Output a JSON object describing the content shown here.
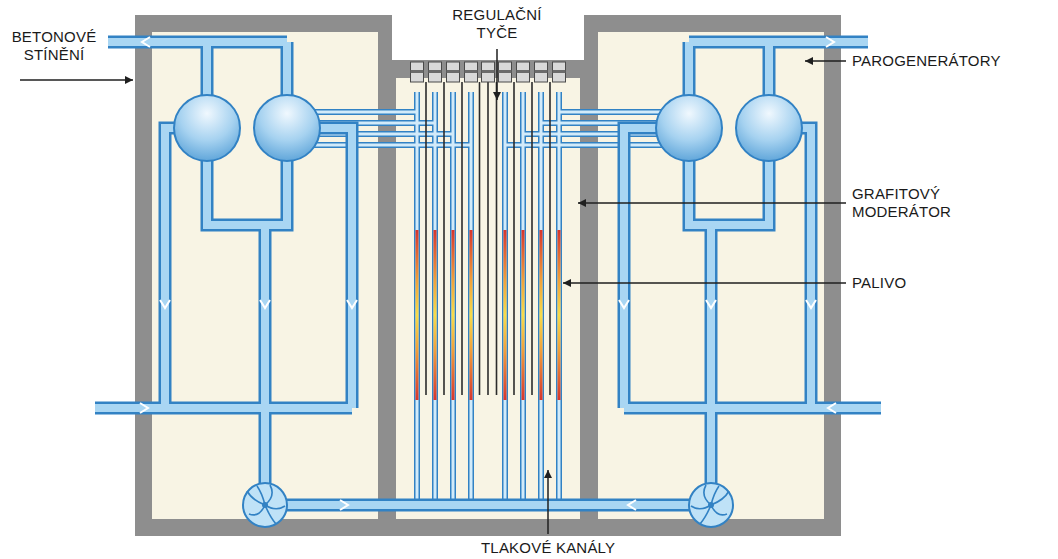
{
  "diagram": {
    "labels": [
      "BETONOVÉ STÍNĚNÍ",
      "REGULAČNÍ TYČE",
      "PAROGENERÁTORY",
      "GRAFITOVÝ MODERÁTOR",
      "PALIVO",
      "TLAKOVÉ KANÁLY"
    ]
  }
}
